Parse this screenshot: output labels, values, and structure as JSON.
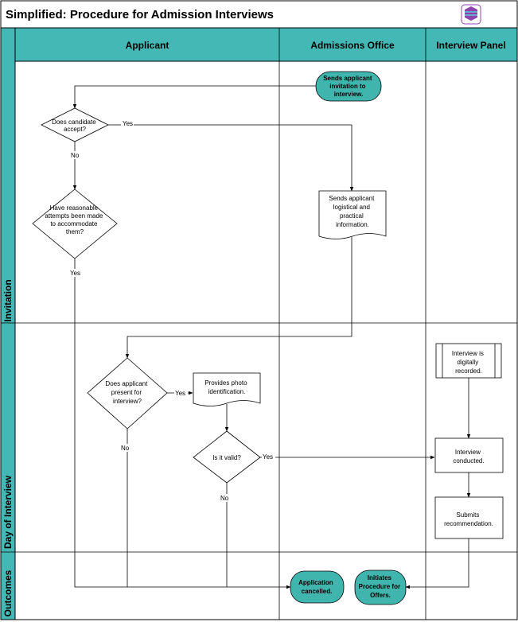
{
  "title": "Simplified: Procedure for Admission Interviews",
  "columns": [
    "Applicant",
    "Admissions Office",
    "Interview Panel"
  ],
  "lanes": [
    "Invitation",
    "Day of Interview",
    "Outcomes"
  ],
  "colors": {
    "header_fill": "#44b8b4",
    "terminal_fill": "#40b5ad",
    "line": "#000000",
    "logo_fill": "#8e44ad"
  },
  "nodes": {
    "sends_invitation": [
      "Sends applicant",
      "invitation to",
      "interview."
    ],
    "does_accept": [
      "Does candidate",
      "accept?"
    ],
    "reasonable_attempts": [
      "Have reasonable",
      "attempts been made",
      "to accommodate",
      "them?"
    ],
    "sends_logistical": [
      "Sends applicant",
      "logistical and",
      "practical",
      "information."
    ],
    "applicant_present": [
      "Does applicant",
      "present for",
      "interview?"
    ],
    "photo_id": [
      "Provides photo",
      "identification."
    ],
    "is_valid": [
      "Is it valid?"
    ],
    "digitally_recorded": [
      "Interview is",
      "digitally",
      "recorded."
    ],
    "interview_conducted": [
      "Interview",
      "conducted."
    ],
    "submits_recommendation": [
      "Submits",
      "recommendation."
    ],
    "application_cancelled": [
      "Application",
      "cancelled."
    ],
    "initiates_offers": [
      "Initiates",
      "Procedure for",
      "Offers."
    ]
  },
  "labels": {
    "accept_yes": "Yes",
    "accept_no": "No",
    "attempts_yes": "Yes",
    "present_yes": "Yes",
    "present_no": "No",
    "valid_yes": "Yes",
    "valid_no": "No"
  }
}
